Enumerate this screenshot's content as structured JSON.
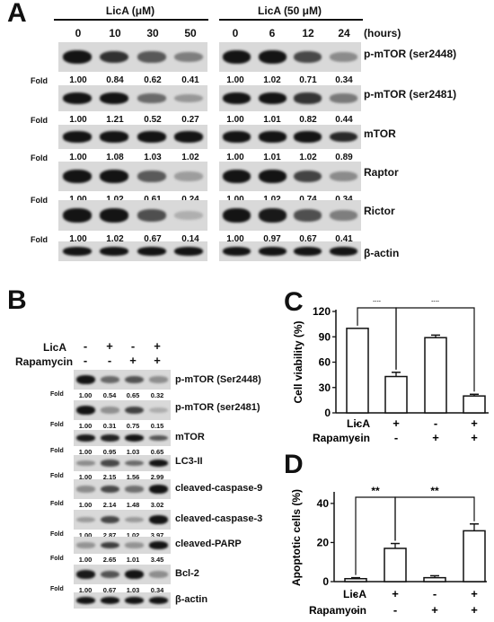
{
  "panelA": {
    "letter": "A",
    "group1_label": "LicA (μM)",
    "group2_label": "LicA (50 μM)",
    "doses": [
      "0",
      "10",
      "30",
      "50"
    ],
    "times": [
      "0",
      "6",
      "12",
      "24"
    ],
    "hours_label": "(hours)",
    "fold_label": "Fold",
    "rows": [
      {
        "label": "p-mTOR (ser2448)",
        "left": [
          "1.00",
          "0.84",
          "0.62",
          "0.41"
        ],
        "right": [
          "1.00",
          "1.02",
          "0.71",
          "0.34"
        ]
      },
      {
        "label": "p-mTOR (ser2481)",
        "left": [
          "1.00",
          "1.21",
          "0.52",
          "0.27"
        ],
        "right": [
          "1.00",
          "1.01",
          "0.82",
          "0.44"
        ]
      },
      {
        "label": "mTOR",
        "left": [
          "1.00",
          "1.08",
          "1.03",
          "1.02"
        ],
        "right": [
          "1.00",
          "1.01",
          "1.02",
          "0.89"
        ]
      },
      {
        "label": "Raptor",
        "left": [
          "1.00",
          "1.02",
          "0.61",
          "0.24"
        ],
        "right": [
          "1.00",
          "1.02",
          "0.74",
          "0.34"
        ]
      },
      {
        "label": "Rictor",
        "left": [
          "1.00",
          "1.02",
          "0.67",
          "0.14"
        ],
        "right": [
          "1.00",
          "0.97",
          "0.67",
          "0.41"
        ]
      },
      {
        "label": "β-actin",
        "left": [],
        "right": []
      }
    ]
  },
  "panelB": {
    "letter": "B",
    "lica_label": "LicA",
    "rapa_label": "Rapamycin",
    "lica_signs": [
      "-",
      "+",
      "-",
      "+"
    ],
    "rapa_signs": [
      "-",
      "-",
      "+",
      "+"
    ],
    "fold_label": "Fold",
    "rows": [
      {
        "label": "p-mTOR (Ser2448)",
        "values": [
          "1.00",
          "0.54",
          "0.65",
          "0.32"
        ]
      },
      {
        "label": "p-mTOR (ser2481)",
        "values": [
          "1.00",
          "0.31",
          "0.75",
          "0.15"
        ]
      },
      {
        "label": "mTOR",
        "values": [
          "1.00",
          "0.95",
          "1.03",
          "0.65"
        ]
      },
      {
        "label": "LC3-II",
        "values": [
          "1.00",
          "2.15",
          "1.56",
          "2.99"
        ]
      },
      {
        "label": "cleaved-caspase-9",
        "values": [
          "1.00",
          "2.14",
          "1.48",
          "3.02"
        ]
      },
      {
        "label": "cleaved-caspase-3",
        "values": [
          "1.00",
          "2.87",
          "1.02",
          "3.97"
        ]
      },
      {
        "label": "cleaved-PARP",
        "values": [
          "1.00",
          "2.65",
          "1.01",
          "3.45"
        ]
      },
      {
        "label": "Bcl-2",
        "values": [
          "1.00",
          "0.67",
          "1.03",
          "0.34"
        ]
      },
      {
        "label": "β-actin",
        "values": []
      }
    ]
  },
  "chart_data": [
    {
      "type": "bar",
      "panel": "C",
      "ylabel": "Cell viability (%)",
      "yticks": [
        "0",
        "30",
        "60",
        "90",
        "120"
      ],
      "ylim": [
        0,
        120
      ],
      "values": [
        100,
        43,
        89,
        20
      ],
      "errors": [
        0,
        5,
        3,
        2
      ],
      "lica_label": "LicA",
      "rapa_label": "Rapamycin",
      "lica_signs": [
        "-",
        "+",
        "-",
        "+"
      ],
      "rapa_signs": [
        "-",
        "-",
        "+",
        "+"
      ],
      "significance": [
        "**",
        "**"
      ]
    },
    {
      "type": "bar",
      "panel": "D",
      "ylabel": "Apoptotic cells (%)",
      "yticks": [
        "0",
        "20",
        "40"
      ],
      "ylim": [
        0,
        45
      ],
      "values": [
        1.5,
        17,
        2,
        26
      ],
      "errors": [
        0.5,
        2.5,
        1,
        3.5
      ],
      "lica_label": "LicA",
      "rapa_label": "Rapamycin",
      "lica_signs": [
        "-",
        "+",
        "-",
        "+"
      ],
      "rapa_signs": [
        "-",
        "-",
        "+",
        "+"
      ],
      "significance": [
        "**",
        "**"
      ]
    }
  ]
}
